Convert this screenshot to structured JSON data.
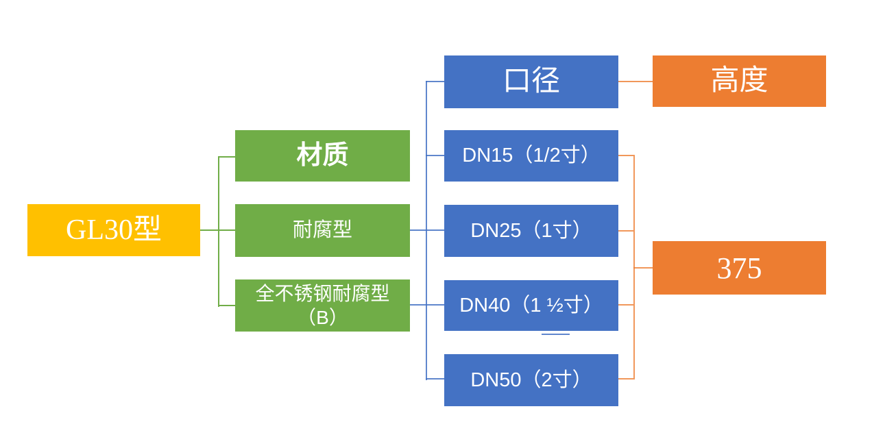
{
  "diagram": {
    "root": {
      "label": "GL30型"
    },
    "material": {
      "header": "材质",
      "items": [
        {
          "label": "耐腐型"
        },
        {
          "label_line1": "全不锈钢耐腐型",
          "label_line2": "（B）"
        }
      ]
    },
    "diameter": {
      "header": "口径",
      "items": [
        {
          "label": "DN15（1/2寸）"
        },
        {
          "label": "DN25（1寸）"
        },
        {
          "label": "DN40（1 ½寸）"
        },
        {
          "label": "DN50（2寸）"
        }
      ]
    },
    "height": {
      "header": "高度",
      "value": "375"
    },
    "colors": {
      "root_yellow": "#FFC000",
      "material_green": "#70AD47",
      "diameter_blue": "#4472C4",
      "height_orange": "#ED7D31",
      "background": "#FFFFFF"
    }
  }
}
